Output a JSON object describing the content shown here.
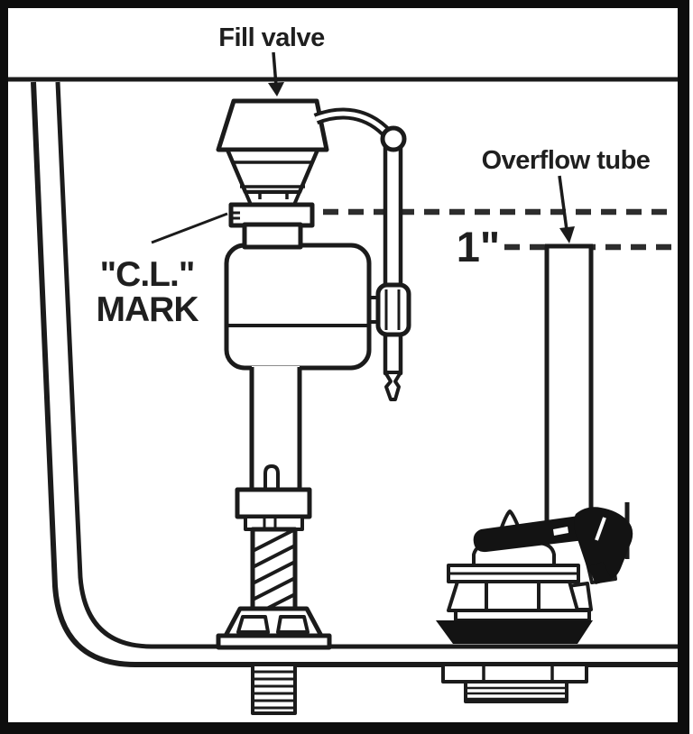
{
  "title": "Toilet tank fill valve and overflow tube diagram",
  "colors": {
    "ink": "#1b1b1b",
    "background": "#ffffff",
    "frame": "#0d0d0d"
  },
  "labels": {
    "fill_valve": "Fill valve",
    "overflow_tube": "Overflow tube",
    "cl_mark_line1": "\"C.L.\"",
    "cl_mark_line2": "MARK",
    "water_offset": "1\""
  }
}
